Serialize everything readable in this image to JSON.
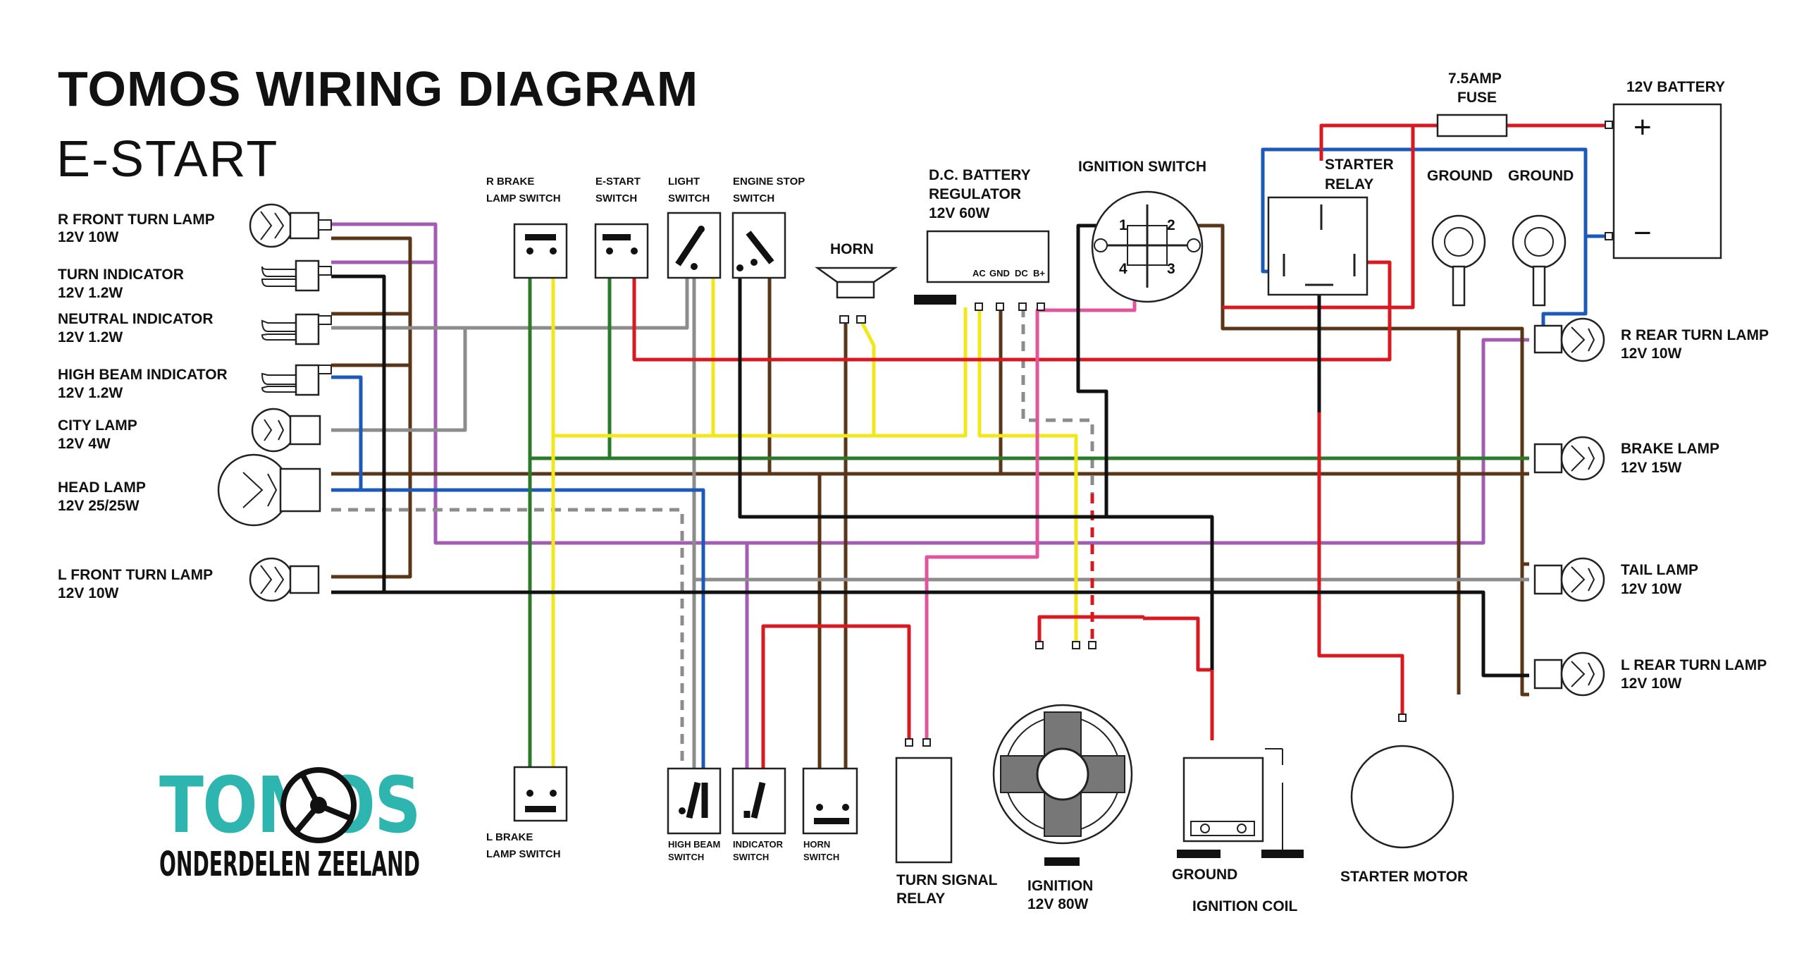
{
  "title": "TOMOS WIRING DIAGRAM",
  "subtitle": "E-START",
  "colors": {
    "black": "#111111",
    "brown": "#5a3517",
    "purple": "#a35cb3",
    "grey": "#8c8c8c",
    "blue": "#1c59b8",
    "green": "#2a7a2a",
    "yellow": "#f2e71b",
    "red": "#d81920",
    "pink": "#e0559b",
    "logo_teal": "#2fb5b0"
  },
  "left_components": {
    "r_front_turn_lamp": [
      "R FRONT TURN LAMP",
      "12V 10W"
    ],
    "turn_indicator": [
      "TURN INDICATOR",
      "12V 1.2W"
    ],
    "neutral_indicator": [
      "NEUTRAL INDICATOR",
      "12V 1.2W"
    ],
    "high_beam_indicator": [
      "HIGH BEAM INDICATOR",
      "12V 1.2W"
    ],
    "city_lamp": [
      "CITY LAMP",
      "12V  4W"
    ],
    "head_lamp": [
      "HEAD LAMP",
      "12V 25/25W"
    ],
    "l_front_turn_lamp": [
      "L FRONT TURN LAMP",
      "12V 10W"
    ]
  },
  "switches": {
    "r_brake": [
      "R BRAKE",
      "LAMP SWITCH"
    ],
    "e_start": [
      "E-START",
      "SWITCH"
    ],
    "light": [
      "LIGHT",
      "SWITCH"
    ],
    "engine_stop": [
      "ENGINE STOP",
      "SWITCH"
    ],
    "l_brake": [
      "L BRAKE",
      "LAMP SWITCH"
    ],
    "high_beam": [
      "HIGH BEAM",
      "SWITCH"
    ],
    "indicator": [
      "INDICATOR",
      "SWITCH"
    ],
    "horn_switch": [
      "HORN",
      "SWITCH"
    ]
  },
  "horn": "HORN",
  "regulator": {
    "label": [
      "D.C. BATTERY",
      "REGULATOR",
      "12V 60W"
    ],
    "terminals": [
      "AC",
      "GND",
      "DC",
      "B+"
    ]
  },
  "ignition_switch": {
    "label": "IGNITION SWITCH",
    "pins": [
      "1",
      "2",
      "4",
      "3"
    ]
  },
  "starter_relay": [
    "STARTER",
    "RELAY"
  ],
  "fuse": [
    "7.5AMP",
    "FUSE"
  ],
  "battery": {
    "label": "12V BATTERY",
    "plus": "+",
    "minus": "−"
  },
  "grounds": [
    "GROUND",
    "GROUND"
  ],
  "right_components": {
    "r_rear_turn_lamp": [
      "R REAR TURN LAMP",
      "12V 10W"
    ],
    "brake_lamp": [
      "BRAKE LAMP",
      "12V  15W"
    ],
    "tail_lamp": [
      "TAIL LAMP",
      "12V 10W"
    ],
    "l_rear_turn_lamp": [
      "L REAR TURN LAMP",
      "12V 10W"
    ]
  },
  "bottom_components": {
    "turn_signal_relay": [
      "TURN SIGNAL",
      "RELAY"
    ],
    "ignition": [
      "IGNITION",
      "12V 80W"
    ],
    "ground": "GROUND",
    "ignition_coil": "IGNITION COIL",
    "starter_motor": "STARTER MOTOR"
  },
  "logo": {
    "line1": "TOMOS",
    "line2": "ONDERDELEN ZEELAND"
  }
}
